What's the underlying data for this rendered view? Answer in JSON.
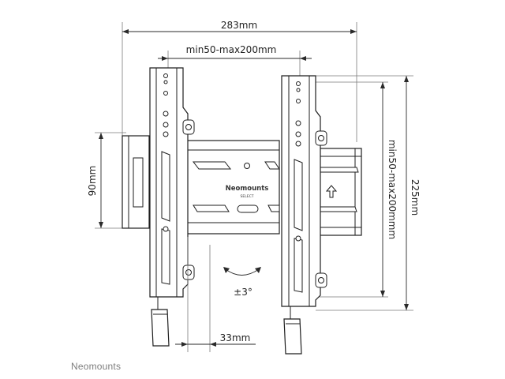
{
  "dimensions": {
    "overall_width": "283mm",
    "vesa_horizontal": "min50-max200mm",
    "vesa_vertical": "min50-max200mmm",
    "overall_height": "225mm",
    "bracket_height": "90mm",
    "wall_distance": "33mm",
    "tilt": "±3°"
  },
  "plate": {
    "brand": "Neomounts",
    "sub": "SELECT"
  },
  "footer": {
    "brand": "Neomounts"
  },
  "colors": {
    "line": "#1e1e1e",
    "dimension": "#2a2a2a",
    "footer_text": "#7d7d7d"
  }
}
